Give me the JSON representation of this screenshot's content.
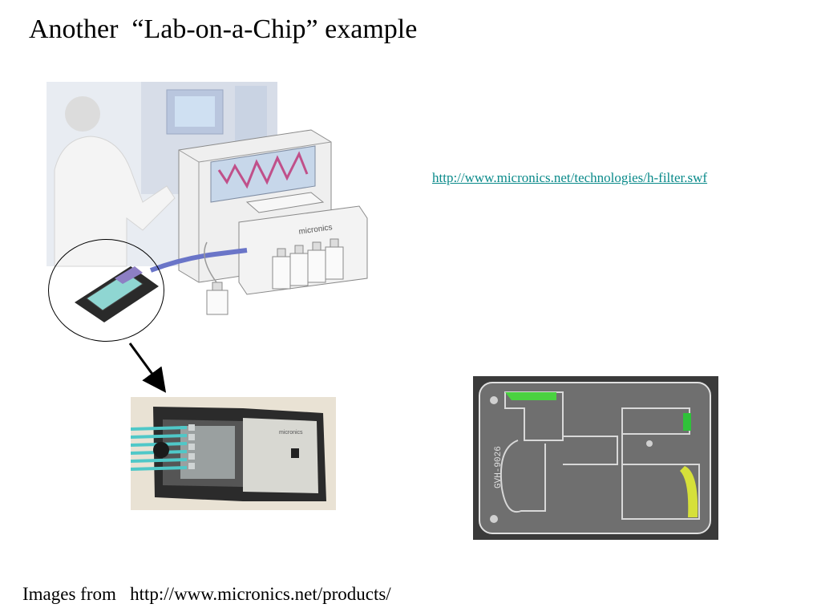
{
  "slide": {
    "title": "Another  “Lab-on-a-Chip” example",
    "link_text": "http://www.micronics.net/technologies/h-filter.swf",
    "footer_text": "Images from   http://www.micronics.net/products/",
    "images": {
      "instrument_logo_text": "micronics",
      "cartridge_logo_text": "micronics",
      "chip_label": "GVH-9026"
    }
  }
}
